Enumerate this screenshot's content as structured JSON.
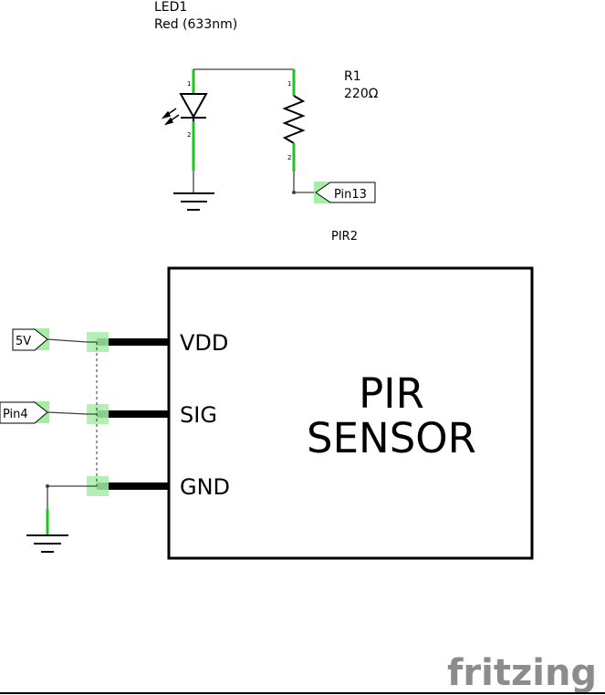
{
  "components": {
    "led": {
      "ref": "LED1",
      "value": "Red (633nm)"
    },
    "resistor": {
      "ref": "R1",
      "value": "220Ω"
    },
    "pir": {
      "ref": "PIR2",
      "title_line1": "PIR",
      "title_line2": "SENSOR",
      "pins": [
        "VDD",
        "SIG",
        "GND"
      ]
    }
  },
  "net_labels": {
    "pin13": "Pin13",
    "v5": "5V",
    "pin4": "Pin4"
  },
  "pin_numbers": {
    "one": "1",
    "two": "2"
  },
  "logo": "fritzing",
  "colors": {
    "wire": "#404040",
    "pin_green": "#22c422",
    "pad_green": "#a6eda6",
    "logo_gray": "#8c8c8c"
  }
}
